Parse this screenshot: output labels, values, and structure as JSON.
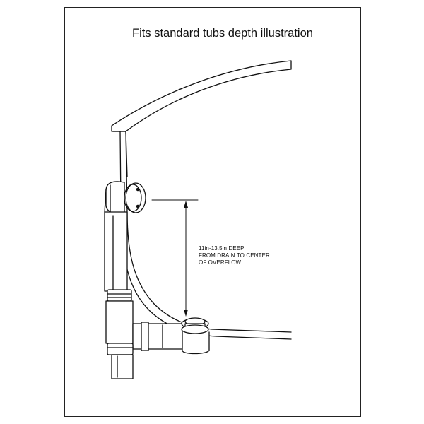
{
  "title": "Fits standard tubs depth illustration",
  "dimension_label": {
    "line1": "11in-13.5in DEEP",
    "line2": "FROM DRAIN TO CENTER",
    "line3": "OF OVERFLOW"
  }
}
